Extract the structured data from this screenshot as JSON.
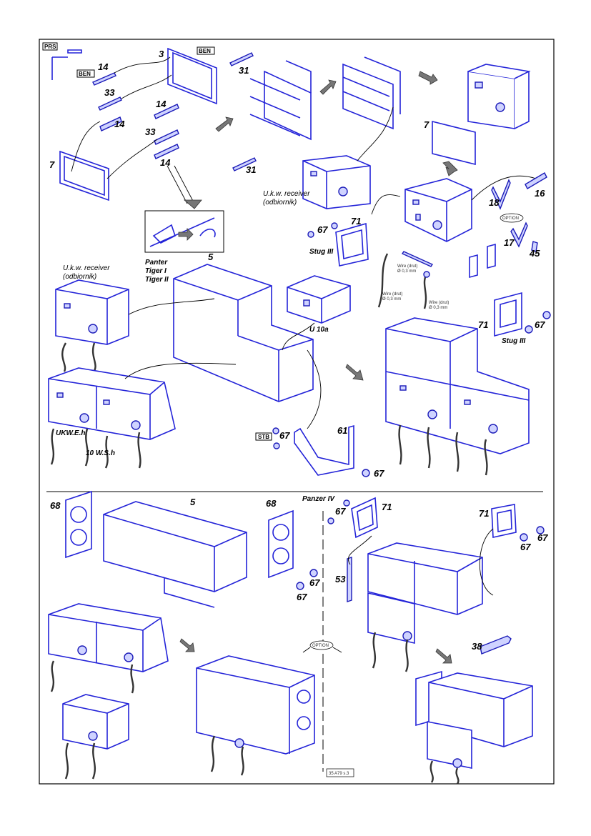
{
  "sheet_code": "35 A79 s.3",
  "labels": {
    "prs": "PRS",
    "ben": "BEN",
    "part_3": "3",
    "part_5": "5",
    "part_7": "7",
    "part_14": "14",
    "part_16": "16",
    "part_17": "17",
    "part_18": "18",
    "part_31": "31",
    "part_33": "33",
    "part_38": "38",
    "part_45": "45",
    "part_53": "53",
    "part_61": "61",
    "part_67": "67",
    "part_68": "68",
    "part_71": "71",
    "option": "OPTION",
    "stb": "STB",
    "stug_iii": "Stug III",
    "ukw_receiver": "U.k.w. receiver",
    "odbiornik": "(odbiornik)",
    "wire": "Wire (drut)",
    "wire_dia": "Ø 0,3 mm",
    "panter": "Panter",
    "tiger_i": "Tiger I",
    "tiger_ii": "Tiger II",
    "u10a": "U 10a",
    "ukweh": "UKW.E.h",
    "ws10h": "10 W.S.h",
    "panzer_iv": "Panzer IV"
  },
  "colors": {
    "line": "#2323d8",
    "fill": "#cfd3ff"
  }
}
